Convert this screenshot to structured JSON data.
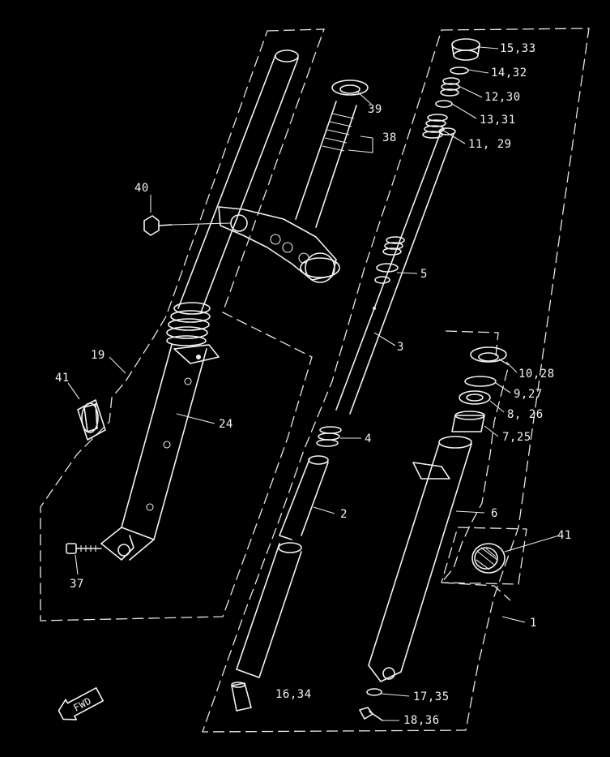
{
  "callouts": [
    {
      "id": "c1",
      "text": "15,33"
    },
    {
      "id": "c2",
      "text": "14,32"
    },
    {
      "id": "c3",
      "text": "12,30"
    },
    {
      "id": "c4",
      "text": "13,31"
    },
    {
      "id": "c5",
      "text": "11, 29"
    },
    {
      "id": "c6",
      "text": "39"
    },
    {
      "id": "c7",
      "text": "38"
    },
    {
      "id": "c8",
      "text": "40"
    },
    {
      "id": "c9",
      "text": "5"
    },
    {
      "id": "c10",
      "text": "3"
    },
    {
      "id": "c11",
      "text": "19"
    },
    {
      "id": "c12",
      "text": "41"
    },
    {
      "id": "c13",
      "text": "24"
    },
    {
      "id": "c14",
      "text": "10,28"
    },
    {
      "id": "c15",
      "text": "9,27"
    },
    {
      "id": "c16",
      "text": "8, 26"
    },
    {
      "id": "c17",
      "text": "7,25"
    },
    {
      "id": "c18",
      "text": "4"
    },
    {
      "id": "c19",
      "text": "2"
    },
    {
      "id": "c20",
      "text": "6"
    },
    {
      "id": "c21",
      "text": "41"
    },
    {
      "id": "c22",
      "text": "37"
    },
    {
      "id": "c23",
      "text": "1"
    },
    {
      "id": "c24",
      "text": "16,34"
    },
    {
      "id": "c25",
      "text": "17,35"
    },
    {
      "id": "c26",
      "text": "18,36"
    }
  ],
  "badge": {
    "text": "FWD"
  },
  "colors": {
    "background": "#000000",
    "line": "#f2f2f2"
  }
}
